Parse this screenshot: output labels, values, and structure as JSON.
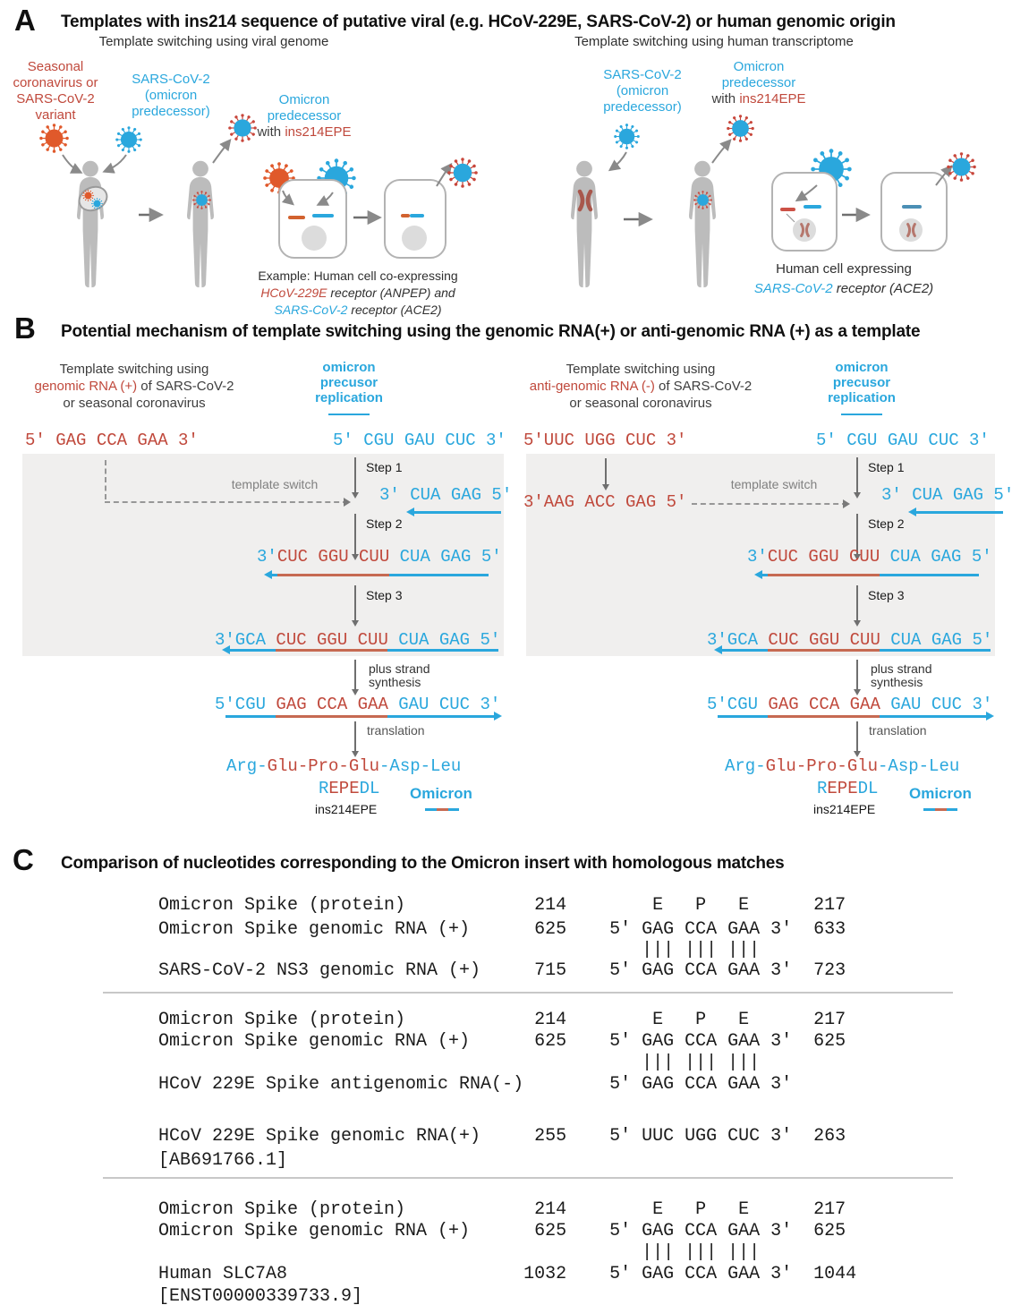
{
  "colors": {
    "red": "#c0493c",
    "blue": "#2aa7dd",
    "virus_orange": "#e0592b",
    "gray_box": "#f0efee",
    "silhouette": "#bcbcbc"
  },
  "icons": {
    "virus": "virus-icon",
    "human": "human-silhouette-icon",
    "cell": "cell-icon",
    "chromosome": "chromosome-icon",
    "arrow": "arrow-icon"
  },
  "panelA": {
    "label": "A",
    "title": "Templates with ins214 sequence of putative viral (e.g. HCoV-229E, SARS-CoV-2) or human genomic origin",
    "left": {
      "subtitle": "Template switching using viral genome",
      "seasonal_label": {
        "l1": "Seasonal",
        "l2": "coronavirus or",
        "l3": "SARS-CoV-2",
        "l4": "variant"
      },
      "sars_label": {
        "l1": "SARS-CoV-2",
        "l2": "(omicron",
        "l3": "predecessor)"
      },
      "omicron_label": {
        "l1": "Omicron",
        "l2": "predecessor",
        "l3_pre": "with ",
        "l3_red": "ins214EPE"
      },
      "example": {
        "l1": "Example: Human cell co-expressing",
        "l2_red": "HCoV-229E",
        "l2_rest": " receptor (ANPEP) and",
        "l3_blue": "SARS-CoV-2",
        "l3_rest": " receptor (ACE2)"
      }
    },
    "right": {
      "subtitle": "Template switching using human transcriptome",
      "sars_label": {
        "l1": "SARS-CoV-2",
        "l2": "(omicron",
        "l3": "predecessor)"
      },
      "omicron_label": {
        "l1": "Omicron",
        "l2": "predecessor",
        "l3_pre": "with ",
        "l3_red": "ins214EPE"
      },
      "cell_label": {
        "l1": "Human cell expressing",
        "l2_blue": "SARS-CoV-2",
        "l2_rest": " receptor (ACE2)"
      }
    }
  },
  "panelB": {
    "label": "B",
    "title": "Potential mechanism of template switching using the genomic RNA(+) or anti-genomic RNA (+) as a template",
    "left": {
      "header": {
        "l1": "Template switching using",
        "l2_red": "genomic RNA (+)",
        "l2_rest": " of SARS-CoV-2",
        "l3": "or seasonal coronavirus"
      },
      "replication": {
        "l1": "omicron",
        "l2": "precusor",
        "l3": "replication"
      },
      "seq_donor": "5' GAG CCA GAA 3'",
      "seq_acceptor": "5' CGU GAU CUC 3'",
      "template_switch": "template switch",
      "step1": "Step 1",
      "step2": "Step 2",
      "step3": "Step 3",
      "seq_step1": "3' CUA GAG 5'",
      "seq_step2": {
        "p1": "3'",
        "p2": "CUC GGU CUU",
        "p3": " CUA GAG 5'"
      },
      "seq_step3": {
        "p1": "3'GCA ",
        "p2": "CUC GGU CUU",
        "p3": " CUA GAG 5'"
      },
      "plus_strand": {
        "l1": "plus strand",
        "l2": "synthesis"
      },
      "seq_plus": {
        "p1": "5'CGU ",
        "p2": "GAG CCA GAA",
        "p3": " GAU CUC 3'"
      },
      "translation": "translation",
      "protein": {
        "p1": "Arg-",
        "p2": "Glu-Pro-Glu",
        "p3": "-Asp-Leu"
      },
      "repedl": {
        "p1": "R",
        "p2": "EPE",
        "p3": "DL"
      },
      "ins": "ins214EPE",
      "omicron": "Omicron"
    },
    "right": {
      "header": {
        "l1": "Template switching using",
        "l2_red": "anti-genomic RNA (-)",
        "l2_rest": " of SARS-CoV-2",
        "l3": "or seasonal coronavirus"
      },
      "replication": {
        "l1": "omicron",
        "l2": "precusor",
        "l3": "replication"
      },
      "seq_donor": "5'UUC UGG CUC 3'",
      "seq_donor_anti": "3'AAG ACC GAG 5'",
      "seq_acceptor": "5' CGU GAU CUC 3'",
      "template_switch": "template switch",
      "step1": "Step 1",
      "step2": "Step 2",
      "step3": "Step 3",
      "seq_step1": "3' CUA GAG 5'",
      "seq_step2": {
        "p1": "3'",
        "p2": "CUC GGU CUU",
        "p3": " CUA GAG 5'"
      },
      "seq_step3": {
        "p1": "3'GCA ",
        "p2": "CUC GGU CUU",
        "p3": " CUA GAG 5'"
      },
      "plus_strand": {
        "l1": "plus strand",
        "l2": "synthesis"
      },
      "seq_plus": {
        "p1": "5'CGU ",
        "p2": "GAG CCA GAA",
        "p3": " GAU CUC 3'"
      },
      "translation": "translation",
      "protein": {
        "p1": "Arg-",
        "p2": "Glu-Pro-Glu",
        "p3": "-Asp-Leu"
      },
      "repedl": {
        "p1": "R",
        "p2": "EPE",
        "p3": "DL"
      },
      "ins": "ins214EPE",
      "omicron": "Omicron"
    }
  },
  "panelC": {
    "label": "C",
    "title": "Comparison of nucleotides corresponding to the Omicron insert with homologous matches",
    "block1": [
      "Omicron Spike (protein)            214        E   P   E      217",
      "Omicron Spike genomic RNA (+)      625    5' GAG CCA GAA 3'  633",
      "                                             ||| ||| |||",
      "SARS-CoV-2 NS3 genomic RNA (+)     715    5' GAG CCA GAA 3'  723"
    ],
    "block2": [
      "Omicron Spike (protein)            214        E   P   E      217",
      "Omicron Spike genomic RNA (+)      625    5' GAG CCA GAA 3'  625",
      "                                             ||| ||| |||",
      "HCoV 229E Spike antigenomic RNA(-)        5' GAG CCA GAA 3'",
      "HCoV 229E Spike genomic RNA(+)     255    5' UUC UGG CUC 3'  263",
      "[AB691766.1]"
    ],
    "block3": [
      "Omicron Spike (protein)            214        E   P   E      217",
      "Omicron Spike genomic RNA (+)      625    5' GAG CCA GAA 3'  625",
      "                                             ||| ||| |||",
      "Human SLC7A8                      1032    5' GAG CCA GAA 3'  1044",
      "[ENST00000339733.9]"
    ]
  }
}
